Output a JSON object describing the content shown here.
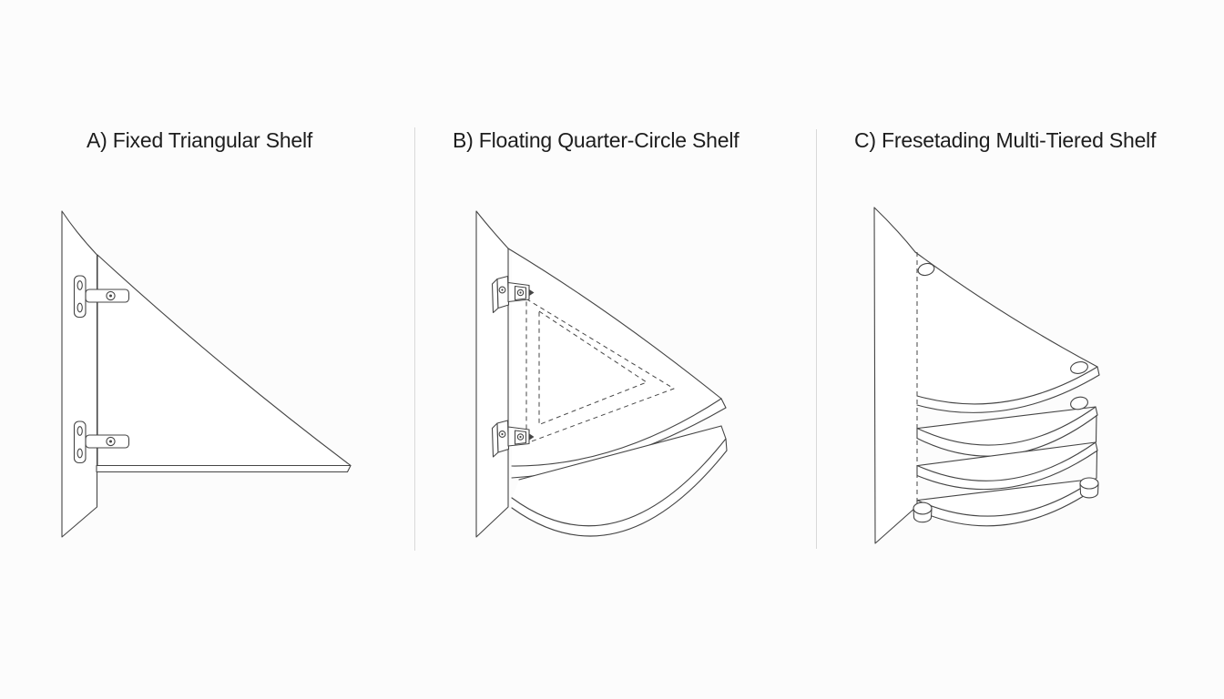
{
  "colors": {
    "background": "#fcfcfc",
    "surface": "#ffffff",
    "line": "#454545",
    "divider": "#d9d9d9",
    "text": "#1d1d1d"
  },
  "panels": [
    {
      "label": "A) Fixed Triangular Shelf",
      "diagram": "fixed-triangular-wall-shelf"
    },
    {
      "label": "B) Floating Quarter-Circle Shelf",
      "diagram": "floating-quarter-circle-shelf"
    },
    {
      "label": "C) Fresetading Multi-Tiered Shelf",
      "diagram": "freestanding-multi-tiered-shelf"
    }
  ]
}
